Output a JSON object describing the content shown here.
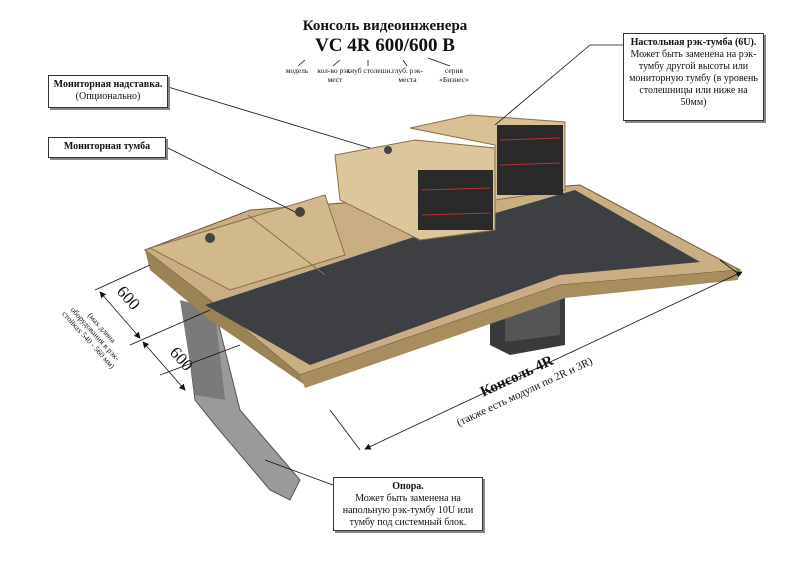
{
  "title": {
    "line1": "Консоль видеоинженера",
    "model_code": "VC 4R 600/600 B"
  },
  "code_parts": [
    {
      "label": "модель"
    },
    {
      "label": "кол-во рэк-мест"
    },
    {
      "label": "глуб столешн."
    },
    {
      "label": "глуб. рэк-места"
    },
    {
      "label": "серия «Бизнес»"
    }
  ],
  "callouts": {
    "monitor_riser": {
      "title": "Мониторная надставка.",
      "text": "(Опционально)"
    },
    "monitor_pedestal": {
      "title": "Мониторная тумба"
    },
    "desktop_rack": {
      "title": "Настольная рэк-тумба (6U).",
      "text": "Может быть заменена на рэк- тумбу другой высоты или мониторную тумбу (в уровень столешницы или ниже на 50мм)"
    },
    "support": {
      "title": "Опора.",
      "text": "Может быть заменена на напольную рэк-тумбу 10U или тумбу под системный блок."
    }
  },
  "dimensions": {
    "depth_top": "600",
    "depth_rack": "600",
    "rack_note": "(мах длина оборудования в рэк-стойках 540 - 560 мм)",
    "console_label": "Консоль 4R",
    "console_note": "(также есть модули по 2R и 3R)"
  }
}
